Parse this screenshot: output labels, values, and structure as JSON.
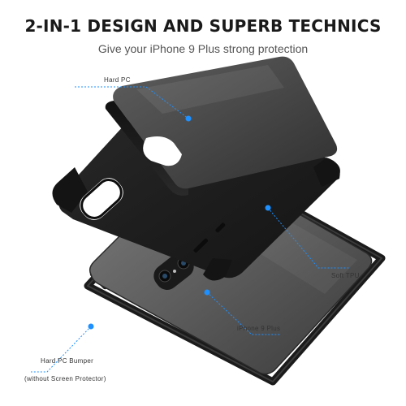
{
  "headline": "2-IN-1 DESIGN AND SUPERB TECHNICS",
  "subheadline": "Give your iPhone 9 Plus strong protection",
  "callouts": {
    "hard_pc": "Hard  PC",
    "soft_tpu": "Soft  TPU",
    "iphone": "iPhone  9  Plus",
    "bumper_line1": "Hard  PC  Bumper",
    "bumper_line2": "(without  Screen  Protector)"
  },
  "colors": {
    "accent": "#1e90ff",
    "case": "#2b2b2b",
    "text": "#1a1a1a"
  }
}
